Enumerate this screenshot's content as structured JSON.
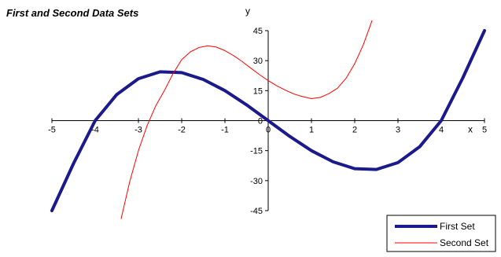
{
  "chart_data": {
    "type": "line",
    "title": "First and Second Data Sets",
    "xlabel": "x",
    "ylabel": "y",
    "xlim": [
      -5,
      5
    ],
    "ylim": [
      -45,
      45
    ],
    "xticks": [
      -5,
      -4,
      -3,
      -2,
      -1,
      0,
      1,
      2,
      3,
      4,
      5
    ],
    "yticks": [
      -45,
      -30,
      -15,
      0,
      15,
      30,
      45
    ],
    "grid": false,
    "legend_position": "bottom-right",
    "series": [
      {
        "name": "First Set",
        "color": "#1a1a8c",
        "style": "thick-solid",
        "x": [
          -5,
          -4.5,
          -4,
          -3.5,
          -3,
          -2.5,
          -2,
          -1.5,
          -1,
          -0.5,
          0,
          0.5,
          1,
          1.5,
          2,
          2.5,
          3,
          3.5,
          4,
          4.5,
          5
        ],
        "y": [
          -45,
          -21.4,
          0,
          13.1,
          21,
          24.4,
          24,
          20.6,
          15,
          7.9,
          0,
          -7.9,
          -15,
          -20.6,
          -24,
          -24.4,
          -21,
          -13.1,
          0,
          21.4,
          45
        ]
      },
      {
        "name": "Second Set",
        "color": "#ff0000",
        "style": "thin-solid",
        "x": [
          -3.4,
          -3.2,
          -3,
          -2.8,
          -2.6,
          -2.4,
          -2.2,
          -2,
          -1.8,
          -1.6,
          -1.4,
          -1.2,
          -1,
          -0.8,
          -0.6,
          -0.4,
          -0.2,
          0,
          0.2,
          0.4,
          0.6,
          0.8,
          1,
          1.2,
          1.4,
          1.6,
          1.8,
          2,
          2.2,
          2.4
        ],
        "y": [
          -49,
          -30.4,
          -15,
          -2.5,
          7.4,
          15.0,
          23.5,
          30.5,
          34.4,
          36.6,
          37.4,
          36.8,
          35,
          32.5,
          29.5,
          26.2,
          23.0,
          20,
          17.4,
          15.2,
          13.3,
          12.0,
          11,
          11.6,
          13.5,
          16.2,
          21.2,
          28.5,
          38.0,
          50
        ]
      }
    ]
  }
}
